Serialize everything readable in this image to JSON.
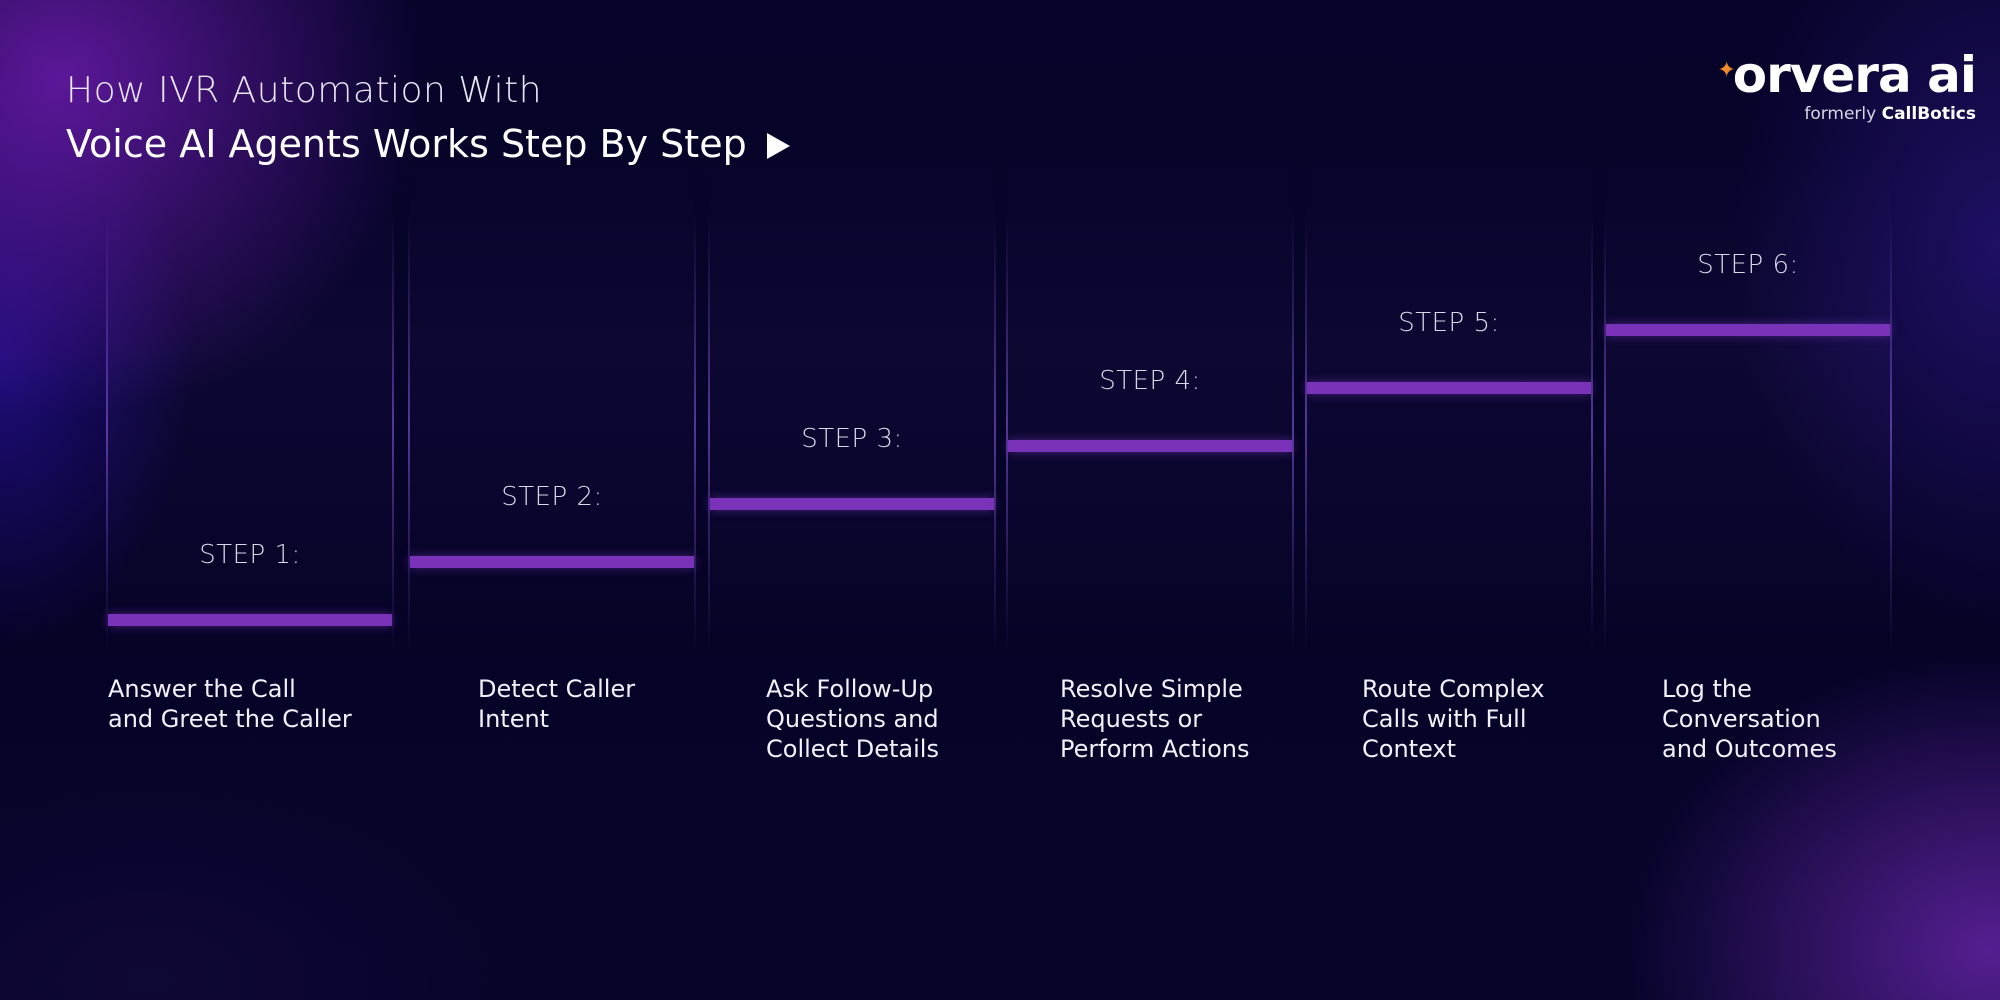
{
  "header": {
    "title_line1": "How IVR Automation With",
    "title_line2": "Voice AI Agents Works Step By Step"
  },
  "brand": {
    "name": "orvera ai",
    "formerly_prefix": "formerly",
    "formerly_name": "CallBotics",
    "accent_color": "#f08a2a"
  },
  "colors": {
    "background": "#06032a",
    "bar": "#7a32b8"
  },
  "steps": [
    {
      "label": "STEP 1:",
      "description": "Answer the Call\nand Greet the Caller",
      "level": 1
    },
    {
      "label": "STEP 2:",
      "description": "Detect Caller\nIntent",
      "level": 2
    },
    {
      "label": "STEP 3:",
      "description": "Ask Follow-Up\nQuestions and\nCollect Details",
      "level": 3
    },
    {
      "label": "STEP 4:",
      "description": "Resolve Simple\nRequests or\nPerform Actions",
      "level": 4
    },
    {
      "label": "STEP 5:",
      "description": "Route Complex\nCalls with Full\nContext",
      "level": 5
    },
    {
      "label": "STEP 6:",
      "description": "Log the\nConversation\nand Outcomes",
      "level": 6
    }
  ]
}
